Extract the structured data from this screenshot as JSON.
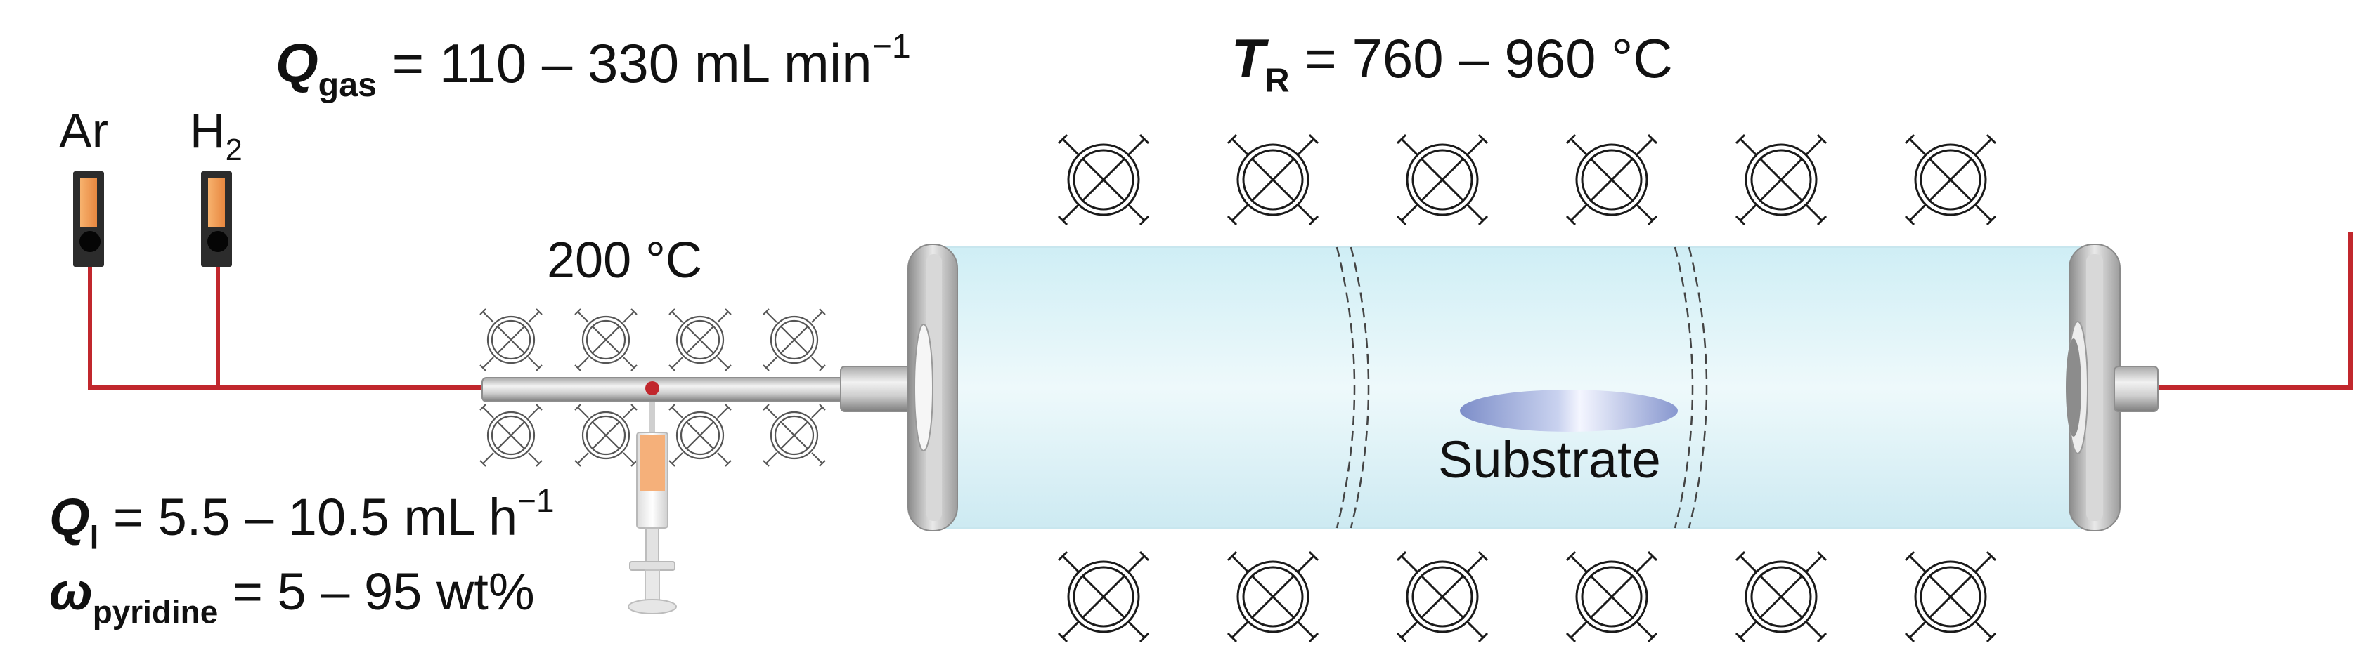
{
  "labels": {
    "gas_flow": {
      "symbol": "Q",
      "subscript": "gas",
      "text": " = 110 – 330 mL min",
      "superscript": "−1"
    },
    "reactor_temp": {
      "symbol": "T",
      "subscript": "R",
      "text": " = 760 – 960 °C"
    },
    "preheat_temp": "200 °C",
    "liquid_flow": {
      "symbol": "Q",
      "subscript": "l",
      "text": " = 5.5 – 10.5 mL h",
      "superscript": "−1"
    },
    "pyridine_fraction": {
      "symbol": "ω",
      "subscript": "pyridine",
      "text": " = 5 – 95 wt%"
    },
    "substrate": "Substrate"
  },
  "gas_inlets": [
    {
      "name": "Ar",
      "sub": ""
    },
    {
      "name": "H",
      "sub": "2"
    }
  ],
  "colors": {
    "gas_line": "#c1272d",
    "tube_glass": "#dff3f7",
    "flowmeter_liquid": "#f0a765",
    "syringe_liquid": "#f5b07a",
    "heater_stroke": "#1a1a1a",
    "substrate": "#8e9fd1"
  },
  "icons": [
    "flowmeter-icon",
    "heater-coil-icon",
    "syringe-icon",
    "tube-flange-icon"
  ]
}
